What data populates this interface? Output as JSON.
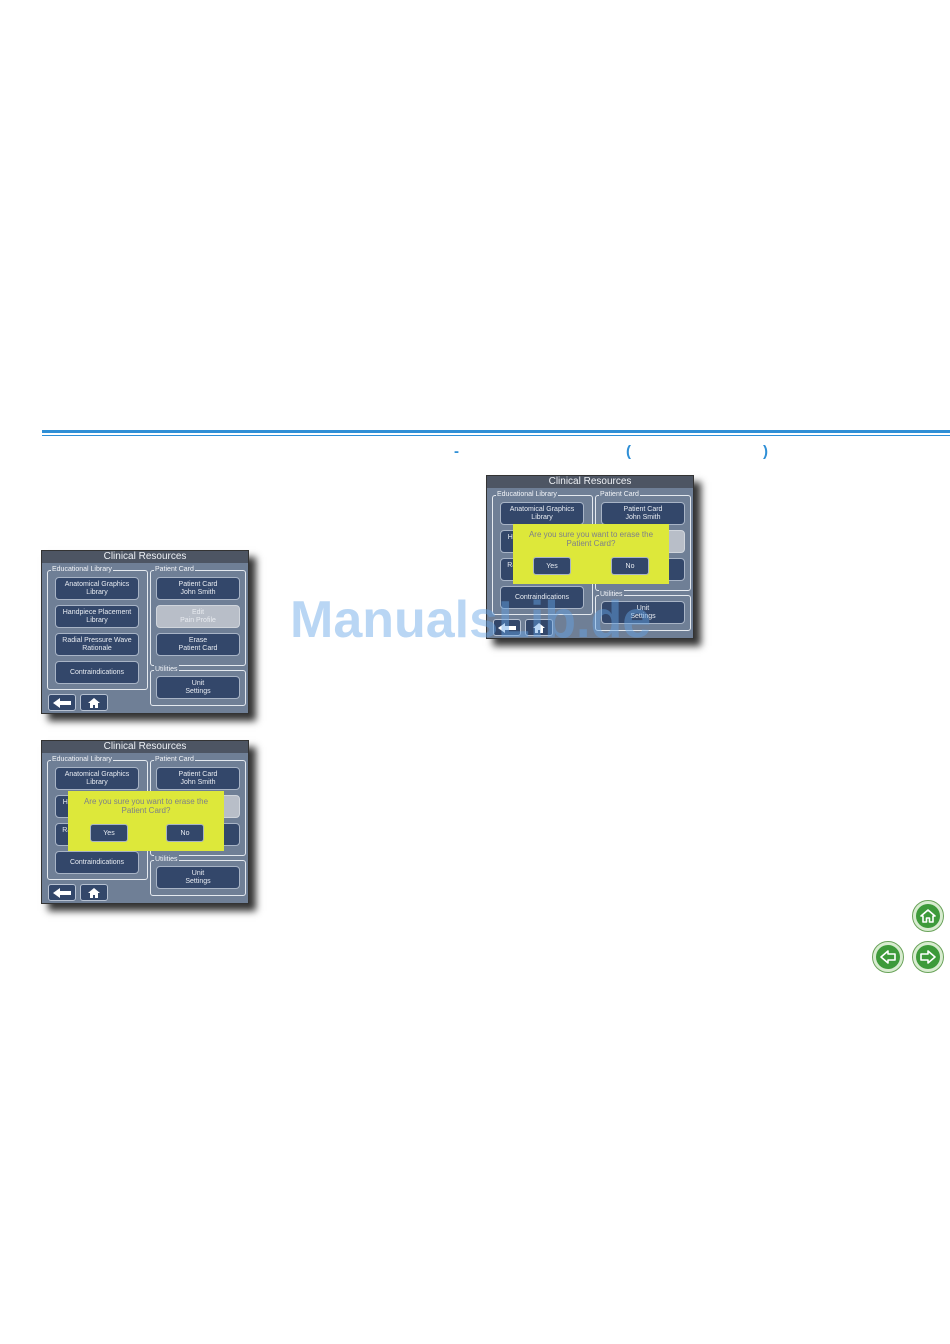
{
  "header": {
    "dash": "-",
    "paren_open": "(",
    "paren_close": ")"
  },
  "watermark": "ManualsLib.de",
  "screen": {
    "title": "Clinical Resources",
    "edu_label": "Educational Library",
    "patient_label": "Patient Card",
    "utilities_label": "Utilities",
    "btn_anatomical": "Anatomical Graphics\nLibrary",
    "btn_handpiece": "Handpiece Placement\nLibrary",
    "btn_radial": "Radial Pressure Wave\nRationale",
    "btn_contra": "Contraindications",
    "btn_patient": "Patient Card\nJohn Smith",
    "btn_edit": "Edit\nPain Profile",
    "btn_erase": "Erase\nPatient Card",
    "btn_unit": "Unit\nSettings"
  },
  "dialog": {
    "message": "Are you sure you want to erase the\nPatient Card?",
    "yes": "Yes",
    "no": "No"
  },
  "icons": {
    "back": "back-arrow-icon",
    "home": "home-icon",
    "page_home": "home-icon",
    "page_prev": "previous-page-icon",
    "page_next": "next-page-icon"
  }
}
